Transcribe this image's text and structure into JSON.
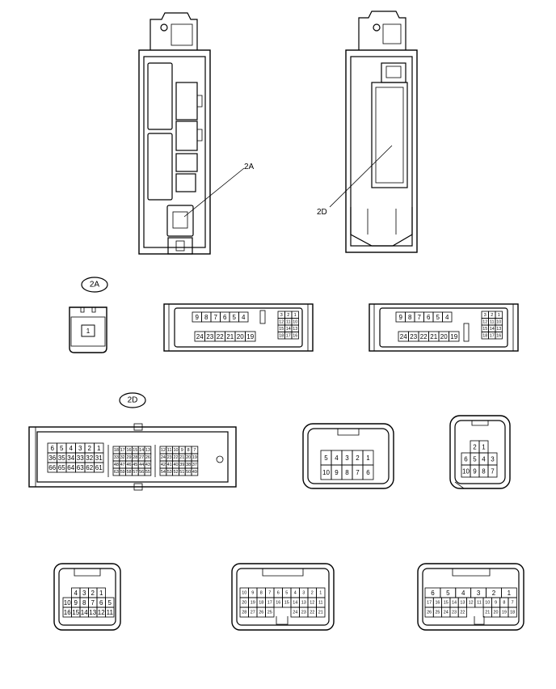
{
  "callouts": {
    "c2a": "2A",
    "c2d": "2D"
  },
  "connectors": {
    "a1": {
      "pins": [
        "1"
      ]
    },
    "a2": {
      "top": [
        "9",
        "8",
        "7",
        "6",
        "5",
        "4"
      ],
      "bottom": [
        "24",
        "23",
        "22",
        "21",
        "20",
        "19"
      ],
      "side": [
        [
          "3",
          "2",
          "1"
        ],
        [
          "12",
          "11",
          "10"
        ],
        [
          "15",
          "14",
          "13"
        ],
        [
          "18",
          "17",
          "16"
        ]
      ]
    },
    "a3": {
      "top": [
        "9",
        "8",
        "7",
        "6",
        "5",
        "4"
      ],
      "bottom": [
        "24",
        "23",
        "22",
        "21",
        "20",
        "19"
      ],
      "side": [
        [
          "3",
          "2",
          "1"
        ],
        [
          "12",
          "11",
          "10"
        ],
        [
          "15",
          "14",
          "13"
        ],
        [
          "18",
          "17",
          "16"
        ]
      ]
    },
    "d1": {
      "left": [
        [
          "6",
          "5",
          "4",
          "3",
          "2",
          "1"
        ],
        [
          "36",
          "35",
          "34",
          "33",
          "32",
          "31"
        ],
        [
          "66",
          "65",
          "64",
          "63",
          "62",
          "61"
        ]
      ],
      "mid": [
        [
          "18",
          "17",
          "16",
          "15",
          "14",
          "13"
        ],
        [
          "33",
          "32",
          "29",
          "28",
          "27",
          "26"
        ],
        [
          "48",
          "47",
          "46",
          "45",
          "44",
          "43"
        ],
        [
          "63",
          "59",
          "58",
          "57",
          "56",
          "55"
        ]
      ],
      "right": [
        [
          "12",
          "11",
          "10",
          "9",
          "8",
          "7"
        ],
        [
          "24",
          "23",
          "22",
          "21",
          "20",
          "19"
        ],
        [
          "42",
          "41",
          "40",
          "39",
          "38",
          "37"
        ],
        [
          "54",
          "53",
          "52",
          "51",
          "50",
          "49"
        ]
      ]
    },
    "d2": {
      "rows": [
        [
          "5",
          "4",
          "3",
          "2",
          "1"
        ],
        [
          "10",
          "9",
          "8",
          "7",
          "6"
        ]
      ]
    },
    "d3": {
      "rows": [
        [
          "2",
          "1"
        ],
        [
          "6",
          "5",
          "4",
          "3"
        ],
        [
          "10",
          "9",
          "8",
          "7"
        ]
      ]
    },
    "e1": {
      "rows": [
        [
          "4",
          "3",
          "2",
          "1"
        ],
        [
          "10",
          "9",
          "8",
          "7",
          "6",
          "5"
        ],
        [
          "16",
          "15",
          "14",
          "13",
          "12",
          "11"
        ]
      ]
    },
    "e2": {
      "rows": [
        [
          "10",
          "9",
          "8",
          "7",
          "6",
          "5",
          "4",
          "3",
          "2",
          "1"
        ],
        [
          "20",
          "19",
          "18",
          "17",
          "16",
          "15",
          "14",
          "13",
          "12",
          "11"
        ],
        [
          "28",
          "27",
          "26",
          "25",
          "24",
          "23",
          "22",
          "21"
        ]
      ]
    },
    "e3": {
      "rows": [
        [
          "6",
          "5",
          "4",
          "3",
          "2",
          "1"
        ],
        [
          "17",
          "16",
          "15",
          "14",
          "13",
          "12",
          "11",
          "10",
          "9",
          "8",
          "7"
        ],
        [
          "26",
          "25",
          "24",
          "23",
          "22",
          "21",
          "20",
          "19",
          "18"
        ]
      ]
    }
  }
}
